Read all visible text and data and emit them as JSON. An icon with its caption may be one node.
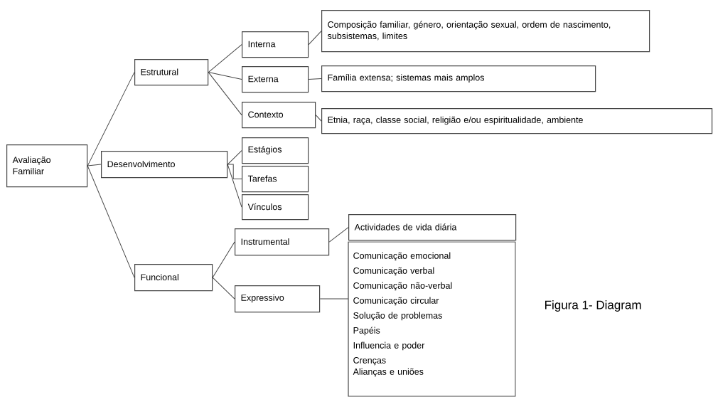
{
  "diagram": {
    "caption": "Figura 1- Diagram",
    "nodes": [
      {
        "text": [
          "Avaliação Familiar"
        ]
      },
      {
        "text": [
          "Estrutural"
        ]
      },
      {
        "text": [
          "Desenvolvimento"
        ]
      },
      {
        "text": [
          "Funcional"
        ]
      },
      {
        "text": [
          "Interna"
        ]
      },
      {
        "text": [
          "Externa"
        ]
      },
      {
        "text": [
          "Contexto"
        ]
      },
      {
        "text": [
          "Estágios"
        ]
      },
      {
        "text": [
          "Tarefas"
        ]
      },
      {
        "text": [
          "Vínculos"
        ]
      },
      {
        "text": [
          "Instrumental"
        ]
      },
      {
        "text": [
          "Expressivo"
        ]
      },
      {
        "text": [
          "Composição familiar, género, orientação sexual, ordem de nascimento, subsistemas, limites"
        ]
      },
      {
        "text": [
          "Família extensa; sistemas mais amplos"
        ]
      },
      {
        "text": [
          "Etnia, raça, classe social, religião e/ou espiritualidade, ambiente"
        ]
      },
      {
        "text": [
          "Actividades de vida diária"
        ]
      },
      {
        "text": [
          "Comunicação emocional",
          "Comunicação verbal",
          "Comunicação não-verbal",
          "Comunicação circular",
          "Solução de problemas",
          "Papéis",
          "Influencia e poder",
          "Crenças",
          "Alianças e uniões"
        ]
      }
    ],
    "edges": [
      {
        "from": 0,
        "to": 1,
        "arrow": "none"
      },
      {
        "from": 0,
        "to": 2,
        "arrow": "none"
      },
      {
        "from": 0,
        "to": 3,
        "arrow": "none"
      },
      {
        "from": 1,
        "to": 4,
        "arrow": "none"
      },
      {
        "from": 1,
        "to": 5,
        "arrow": "none"
      },
      {
        "from": 1,
        "to": 6,
        "arrow": "none"
      },
      {
        "from": 2,
        "to": 7,
        "arrow": "none"
      },
      {
        "from": 2,
        "to": 8,
        "arrow": "none"
      },
      {
        "from": 2,
        "to": 9,
        "arrow": "none"
      },
      {
        "from": 3,
        "to": 10,
        "arrow": "none"
      },
      {
        "from": 3,
        "to": 11,
        "arrow": "none"
      },
      {
        "from": 4,
        "to": 12,
        "arrow": "none"
      },
      {
        "from": 5,
        "to": 13,
        "arrow": "none"
      },
      {
        "from": 6,
        "to": 14,
        "arrow": "none"
      },
      {
        "from": 10,
        "to": 15,
        "arrow": "none"
      },
      {
        "from": 11,
        "to": 16,
        "arrow": "none"
      }
    ]
  }
}
